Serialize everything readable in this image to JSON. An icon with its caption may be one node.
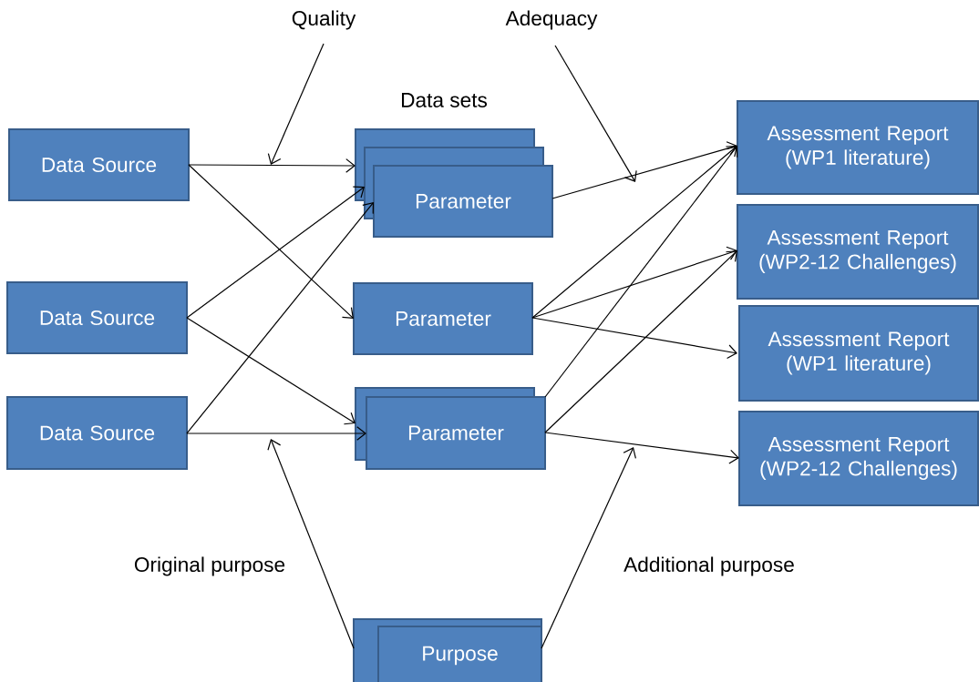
{
  "diagram": {
    "nodes": [
      {
        "text": [
          "Data Source"
        ]
      },
      {
        "text": [
          "Data Source"
        ]
      },
      {
        "text": [
          "Data Source"
        ]
      },
      {
        "text": [
          "Data sets",
          "Parameter"
        ]
      },
      {
        "text": [
          "Parameter"
        ]
      },
      {
        "text": [
          "Parameter"
        ]
      },
      {
        "text": [
          "Assessment Report (WP1 literature)"
        ]
      },
      {
        "text": [
          "Assessment Report (WP2-12 Challenges)"
        ]
      },
      {
        "text": [
          "Assessment Report (WP1 literature)"
        ]
      },
      {
        "text": [
          "Assessment Report (WP2-12 Challenges)"
        ]
      },
      {
        "text": [
          "Purpose"
        ]
      },
      {
        "text": [
          "Quality"
        ]
      },
      {
        "text": [
          "Adequacy"
        ]
      }
    ],
    "edges": [
      {
        "from": 0,
        "to": 3,
        "arrow": "to"
      },
      {
        "from": 0,
        "to": 4,
        "arrow": "to"
      },
      {
        "from": 1,
        "to": 3,
        "arrow": "to"
      },
      {
        "from": 1,
        "to": 5,
        "arrow": "to"
      },
      {
        "from": 2,
        "to": 3,
        "arrow": "to"
      },
      {
        "from": 2,
        "to": 5,
        "arrow": "to"
      },
      {
        "from": 3,
        "to": 6,
        "arrow": "to"
      },
      {
        "from": 4,
        "to": 6,
        "arrow": "to"
      },
      {
        "from": 4,
        "to": 7,
        "arrow": "to"
      },
      {
        "from": 4,
        "to": 8,
        "arrow": "to"
      },
      {
        "from": 5,
        "to": 6,
        "arrow": "to"
      },
      {
        "from": 5,
        "to": 7,
        "arrow": "to"
      },
      {
        "from": 5,
        "to": 9,
        "arrow": "to"
      },
      {
        "from": 11,
        "to": null,
        "arrow": "to"
      },
      {
        "from": 12,
        "to": null,
        "arrow": "to"
      },
      {
        "from": 10,
        "to": null,
        "arrow": "to",
        "label": "Original purpose"
      },
      {
        "from": 10,
        "to": null,
        "arrow": "to",
        "label": "Additional purpose"
      }
    ]
  }
}
